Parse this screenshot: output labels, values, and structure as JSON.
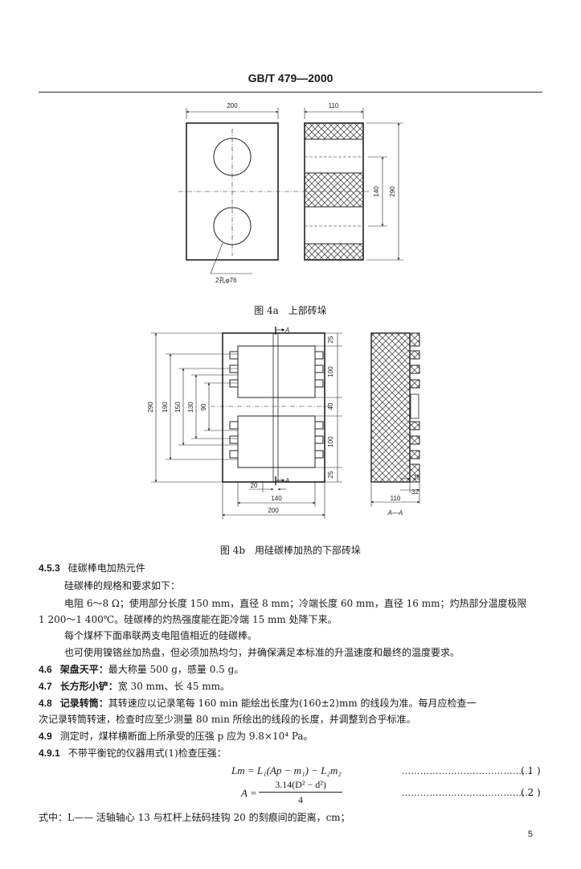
{
  "header": {
    "standard": "GB/T 479—2000"
  },
  "figure_4a": {
    "dims": {
      "width_block": "200",
      "width_side": "110",
      "h140": "140",
      "h290": "290"
    },
    "hole_label": "2孔φ76",
    "caption": "图 4a　上部砖垛"
  },
  "figure_4b": {
    "labels": {
      "A_top": "A",
      "A_bottom": "A",
      "v25a": "25",
      "v100a": "100",
      "v40": "40",
      "v100b": "100",
      "v25b": "25",
      "h290": "290",
      "h190": "190",
      "h150": "150",
      "h130": "130",
      "h90": "90",
      "w20": "20",
      "w140": "140",
      "w200": "200",
      "s25": "25",
      "s32": "32",
      "s110": "110",
      "section": "A—A"
    },
    "caption": "图 4b　用硅碳棒加热的下部砖垛"
  },
  "sections": {
    "s453": {
      "num": "4.5.3",
      "text": "硅碳棒电加热元件"
    },
    "p1": "硅碳棒的规格和要求如下：",
    "p2a": "电阻 6～8 Ω；使用部分长度 150 mm，直径 8 mm；冷端长度 60 mm，直径 16 mm；灼热部分温度极限",
    "p2b": "1 200～1 400℃。硅碳棒的灼热强度能在距冷端 15 mm 处降下来。",
    "p3": "每个煤杯下面串联两支电阻值相近的硅碳棒。",
    "p4": "也可使用镍铬丝加热盘，但必须加热均匀，并确保满足本标准的升温速度和最终的温度要求。",
    "s46": {
      "num": "4.6",
      "lead": "架盘天平：",
      "text": "最大称量 500 g，感量 0.5 g。"
    },
    "s47": {
      "num": "4.7",
      "lead": "长方形小铲：",
      "text": "宽 30 mm、长 45 mm。"
    },
    "s48": {
      "num": "4.8",
      "lead": "记录转筒：",
      "text": "其转速应以记录笔每 160 min 能绘出长度为(160±2)mm 的线段为准。每月应检查一"
    },
    "s48b": "次记录转筒转速，检查时应至少测量 80 min 所绘出的线段的长度，并调整到合乎标准。",
    "s49": {
      "num": "4.9",
      "text": "测定时，煤样横断面上所承受的压强 p 应为 9.8×10⁴ Pa。"
    },
    "s491": {
      "num": "4.9.1",
      "text": "不带平衡铊的仪器用式(1)检查压强："
    },
    "eq1": {
      "lhs": "Lm = L₁(Ap − m₁) − L₂m₂",
      "dots": "……………………………………",
      "no": "( 1 )"
    },
    "eq2": {
      "lhs": "A =",
      "numerator": "3.14(D² − d²)",
      "denominator": "4",
      "dots": "……………………………………",
      "no": "( 2 )"
    },
    "where": "式中：L—— 活轴轴心 13 与杠杆上砝码挂钩 20 的刻痕间的距离，cm；"
  },
  "page_number": "5"
}
